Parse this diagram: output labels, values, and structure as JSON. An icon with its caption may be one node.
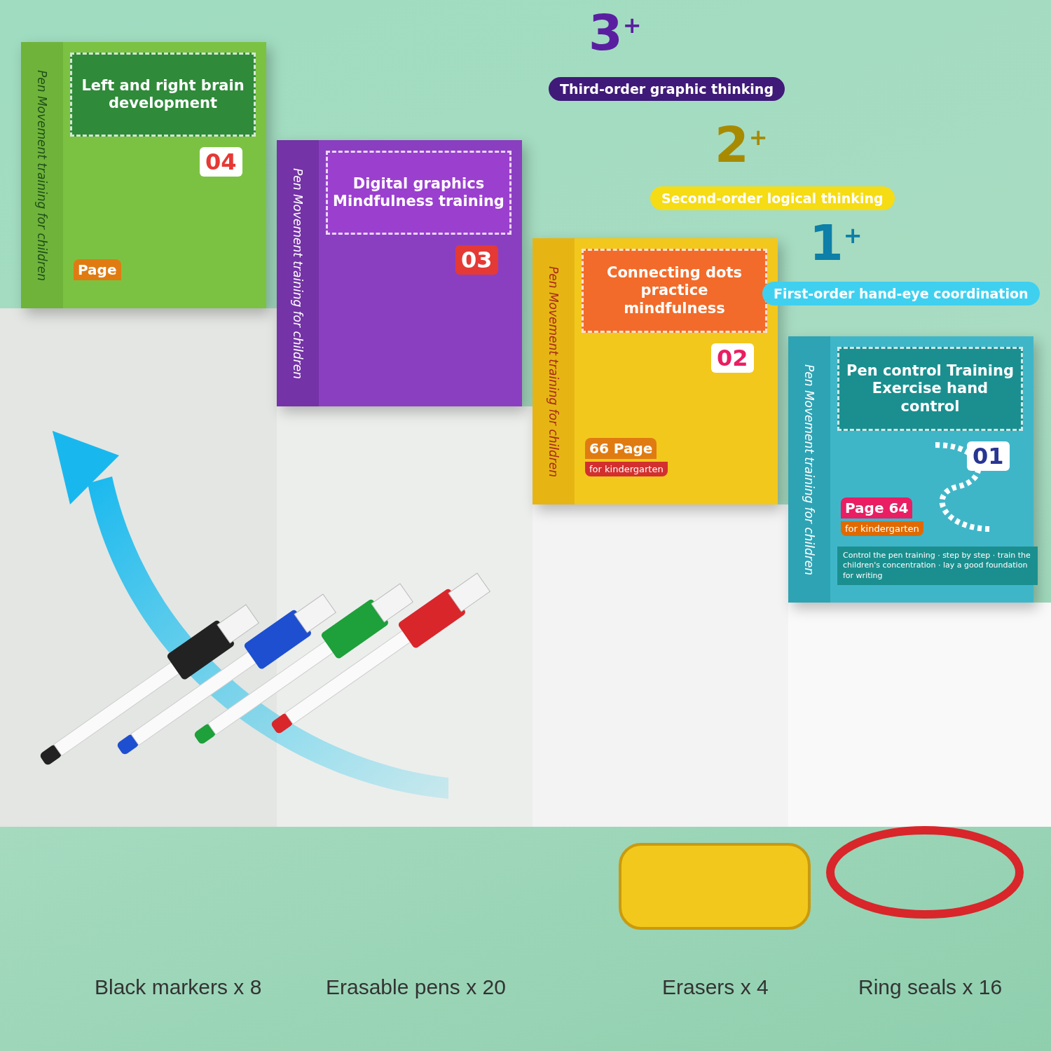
{
  "diagram": {
    "nodes": [
      {
        "text": [
          "Left and right brain development",
          "04",
          "Pen Movement training for children",
          "Page"
        ]
      },
      {
        "text": [
          "Digital graphics Mindfulness training",
          "03",
          "Pen Movement training for children"
        ]
      },
      {
        "text": [
          "Connecting dots practice mindfulness",
          "02",
          "Pen Movement training for children",
          "66 Page",
          "for kindergarten"
        ]
      },
      {
        "text": [
          "Pen control Training Exercise hand control",
          "01",
          "Pen Movement training for children",
          "Page 64",
          "for kindergarten",
          "Control the pen training · step by step · train the children's concentration · lay a good foundation for writing"
        ]
      },
      {
        "text": [
          "Third-order graphic thinking"
        ],
        "beside": [
          "3$^{+}$"
        ]
      },
      {
        "text": [
          "Second-order logical thinking"
        ],
        "beside": [
          "2$^{+}$"
        ]
      },
      {
        "text": [
          "First-order hand-eye coordination"
        ],
        "beside": [
          "1$^{+}$"
        ]
      }
    ],
    "labels": [
      "Black markers x 8",
      "Erasable pens x 20",
      "Erasers x 4",
      "Ring seals x 16"
    ]
  }
}
